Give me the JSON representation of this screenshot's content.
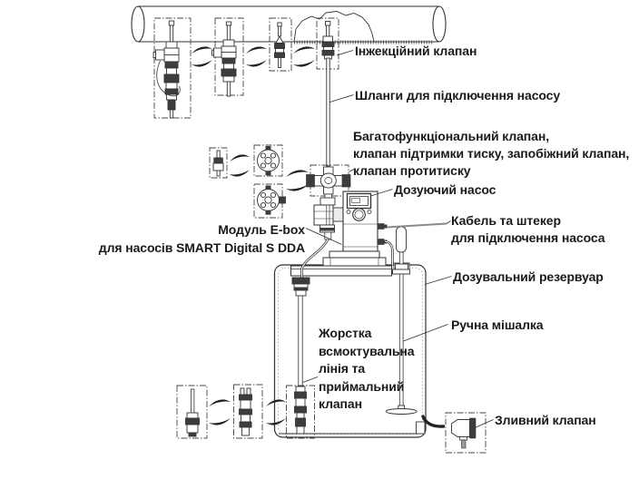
{
  "diagram_title": "Dosing pump installation diagram (Grundfos SMART Digital S DDA)",
  "labels": {
    "injection_valve": "Інжекційний клапан",
    "hoses": "Шланги для підключення насосу",
    "multifunction": [
      "Багатофункціональний клапан,",
      "клапан підтримки тиску, запобіжний клапан,",
      "клапан протитиску"
    ],
    "dosing_pump": "Дозуючий насос",
    "cable": [
      "Кабель та штекер",
      "для підключення насоса"
    ],
    "ebox": [
      "Модуль E-box",
      "для насосів SMART Digital S DDA"
    ],
    "reservoir": "Дозувальний резервуар",
    "mixer": "Ручна мішалка",
    "suction": [
      "Жорстка",
      "всмоктувальна",
      "лінія та",
      "приймальний",
      "клапан"
    ],
    "drain_valve": "Зливний клапан"
  },
  "components": [
    "process-pipe",
    "injection-valve",
    "pump-connection-hose",
    "multifunction-valve",
    "dosing-pump",
    "e-box-module",
    "dosing-tank",
    "manual-mixer",
    "rigid-suction-line-with-foot-valve",
    "drain-valve",
    "alternative-fitting-options"
  ],
  "colors": {
    "background": "#ffffff",
    "line": "#333333",
    "dark_fill": "#3d3d3d",
    "cable_gray": "#8a8a8a",
    "text": "#1a1a1a"
  }
}
